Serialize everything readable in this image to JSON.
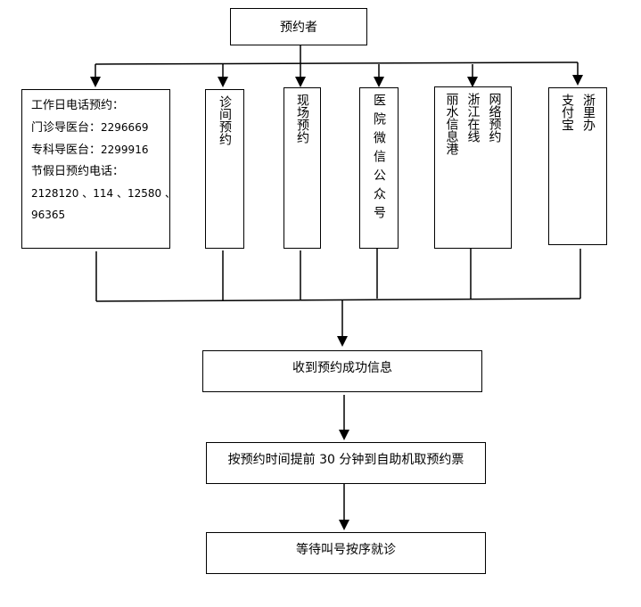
{
  "top": {
    "label": "预约者"
  },
  "channels": {
    "phone": {
      "line1": "工作日电话预约：",
      "line2_label": "门诊导医台：",
      "line2_num": "2296669",
      "line3_label": "专科导医台：",
      "line3_num": "2299916",
      "line4": "节假日预约电话：",
      "line5": "2128120 、114 、12580 、",
      "line6": "96365"
    },
    "clinic": {
      "label": "诊间预约"
    },
    "onsite": {
      "label": "现场预约"
    },
    "wechat": {
      "label": "医院微信公众号"
    },
    "online": {
      "col1": "网络预约",
      "col2": "浙江在线",
      "col3": "丽水信息港"
    },
    "app": {
      "col1": "浙里办",
      "col2": "支付宝"
    }
  },
  "steps": {
    "received": "收到预约成功信息",
    "ticket": "按预约时间提前 30 分钟到自助机取预约票",
    "wait": "等待叫号按序就诊"
  }
}
